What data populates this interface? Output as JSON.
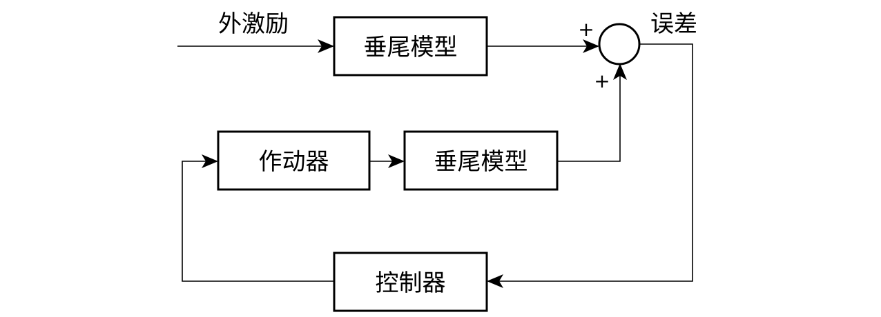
{
  "diagram": {
    "blocks": {
      "plant_top": {
        "label": "垂尾模型"
      },
      "actuator": {
        "label": "作动器"
      },
      "plant_bottom": {
        "label": "垂尾模型"
      },
      "controller": {
        "label": "控制器"
      }
    },
    "signals": {
      "disturbance": "外激励",
      "error": "误差"
    },
    "summing_junction": {
      "top_sign": "+",
      "bottom_sign": "+"
    },
    "colors": {
      "stroke": "#000000",
      "background": "#ffffff"
    }
  }
}
